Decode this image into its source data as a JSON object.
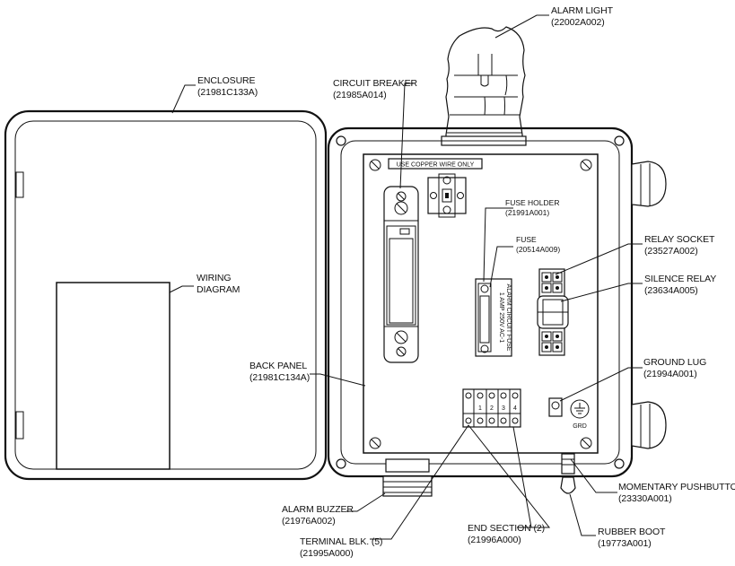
{
  "labels": {
    "alarm_light": {
      "name": "ALARM LIGHT",
      "part": "(22002A002)"
    },
    "enclosure": {
      "name": "ENCLOSURE",
      "part": "(21981C133A)"
    },
    "circuit_breaker": {
      "name": "CIRCUIT BREAKER",
      "part": "(21985A014)"
    },
    "wiring_diagram": {
      "line1": "WIRING",
      "line2": "DIAGRAM"
    },
    "back_panel": {
      "name": "BACK PANEL",
      "part": "(21981C134A)"
    },
    "fuse_holder": {
      "name": "FUSE HOLDER",
      "part": "(21991A001)"
    },
    "fuse": {
      "name": "FUSE",
      "part": "(20514A009)"
    },
    "relay_socket": {
      "name": "RELAY SOCKET",
      "part": "(23527A002)"
    },
    "silence_relay": {
      "name": "SILENCE RELAY",
      "part": "(23634A005)"
    },
    "ground_lug": {
      "name": "GROUND LUG",
      "part": "(21994A001)"
    },
    "momentary_pushbutton": {
      "name": "MOMENTARY PUSHBUTTON",
      "part": "(23330A001)"
    },
    "alarm_buzzer": {
      "name": "ALARM BUZZER",
      "part": "(21976A002)"
    },
    "terminal_block": {
      "name": "TERMINAL BLK. (5)",
      "part": "(21995A000)"
    },
    "end_section": {
      "name": "END SECTION (2)",
      "part": "(21996A000)"
    },
    "rubber_boot": {
      "name": "RUBBER BOOT",
      "part": "(19773A001)"
    }
  },
  "panel_text": {
    "copper_notice": "USE COPPER WIRE ONLY",
    "fuse_text_1": "1 AMP 250V AC-1",
    "fuse_text_2": "ALARM CIRCUIT FUSE",
    "terminals": [
      "1",
      "2",
      "3",
      "4"
    ],
    "ground_text": "GRD"
  }
}
